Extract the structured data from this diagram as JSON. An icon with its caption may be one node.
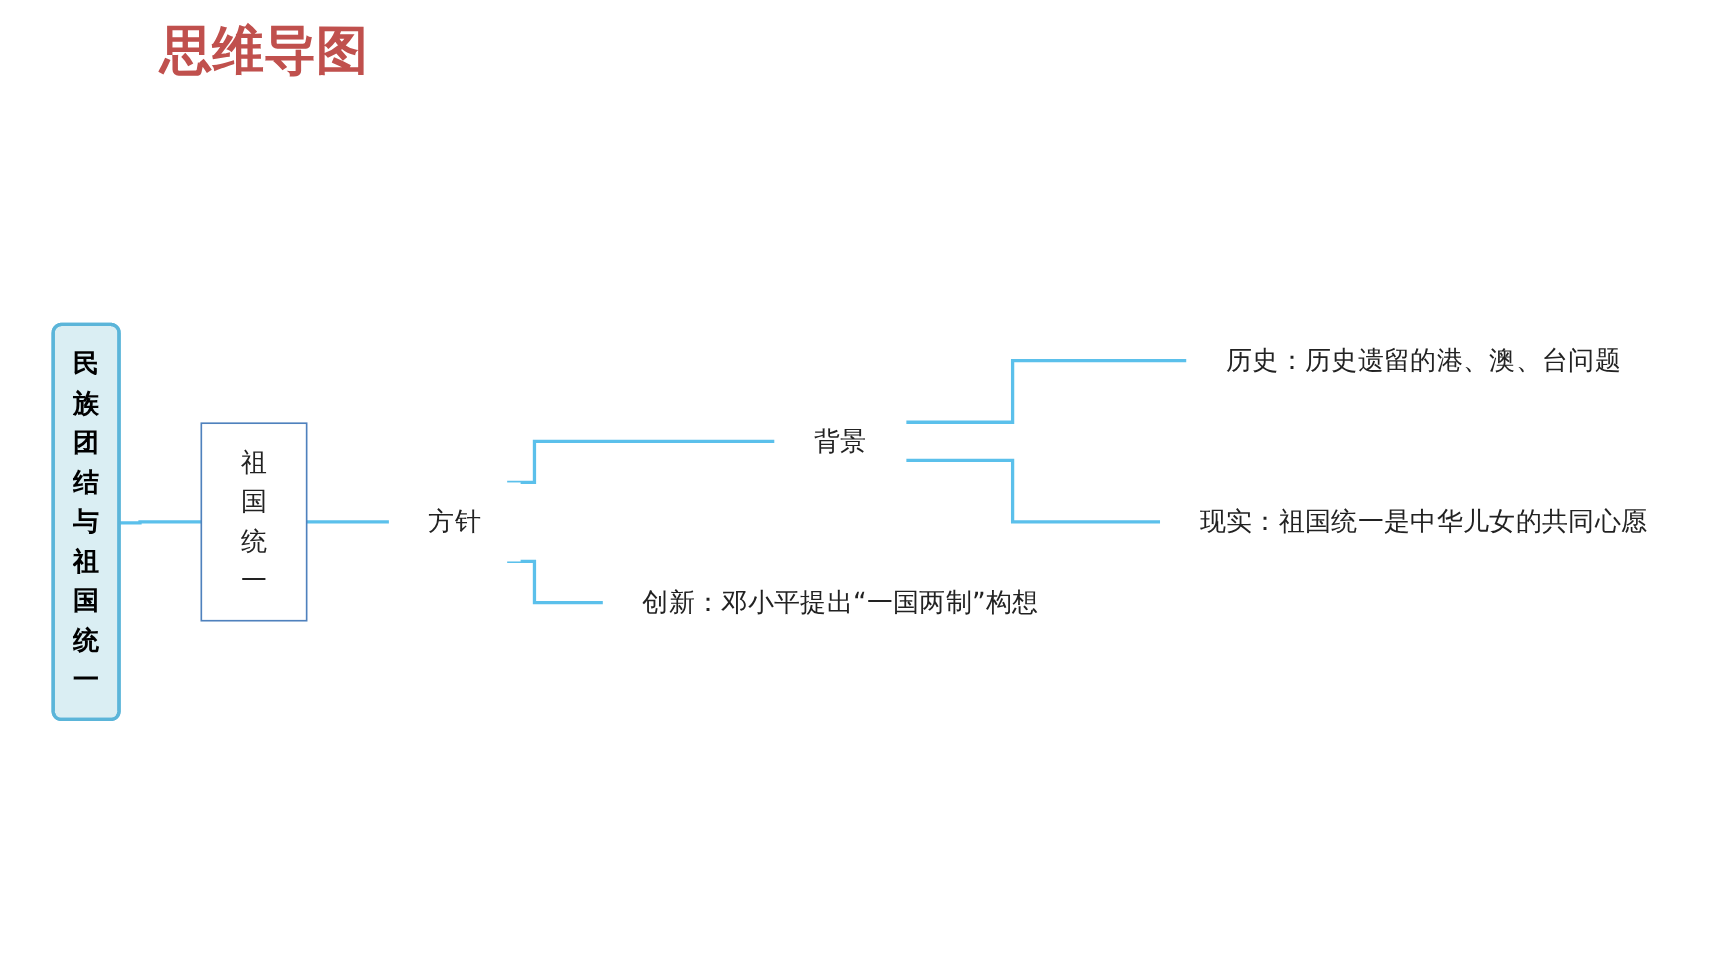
{
  "diagram": {
    "title": "思维导图",
    "nodes": [
      {
        "text": [
          "民族团结与祖国统一"
        ]
      },
      {
        "text": [
          "祖国统一"
        ]
      },
      {
        "text": [
          "方针"
        ]
      },
      {
        "text": [
          "背景"
        ]
      },
      {
        "text": [
          "历史：历史遗留的港、澳、台问题"
        ]
      },
      {
        "text": [
          "现实：祖国统一是中华儿女的共同心愿"
        ]
      },
      {
        "text": [
          "创新：邓小平提出“一国两制”构想"
        ]
      }
    ],
    "edges": [
      {
        "from": 0,
        "to": 1,
        "arrow": "none"
      },
      {
        "from": 1,
        "to": 2,
        "arrow": "none"
      },
      {
        "from": 2,
        "to": 3,
        "arrow": "none"
      },
      {
        "from": 2,
        "to": 6,
        "arrow": "none"
      },
      {
        "from": 3,
        "to": 4,
        "arrow": "none"
      },
      {
        "from": 3,
        "to": 5,
        "arrow": "none"
      }
    ]
  }
}
